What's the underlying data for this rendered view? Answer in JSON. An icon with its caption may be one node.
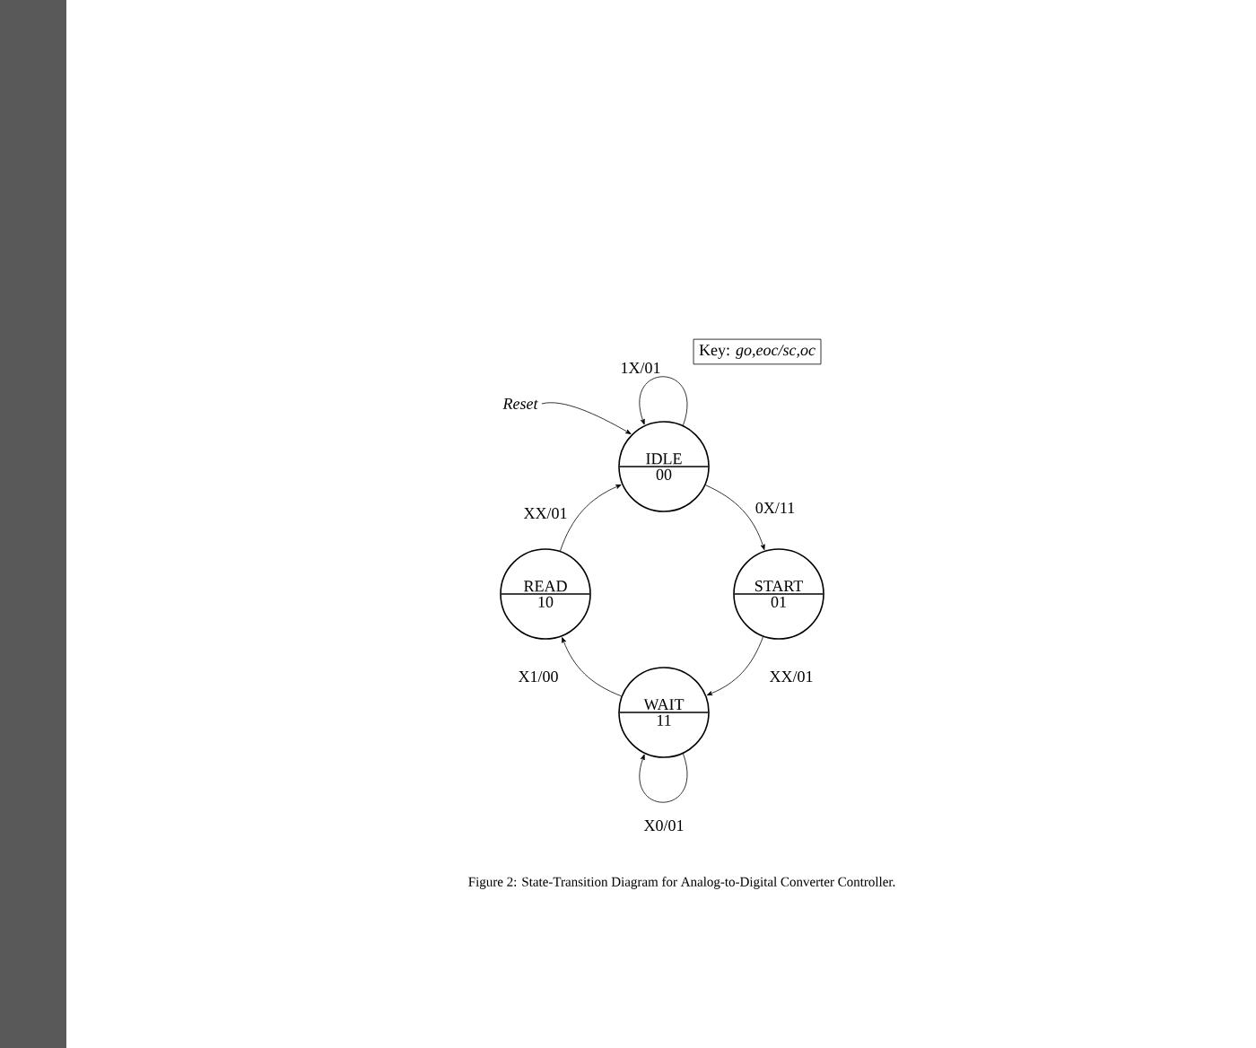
{
  "diagram": {
    "caption": "Figure 2: State-Transition Diagram for Analog-to-Digital Converter Controller.",
    "nodes": [
      {
        "text": [
          "IDLE",
          "00"
        ]
      },
      {
        "text": [
          "START",
          "01"
        ]
      },
      {
        "text": [
          "WAIT",
          "11"
        ]
      },
      {
        "text": [
          "READ",
          "10"
        ]
      },
      {
        "text": [
          "Reset"
        ]
      },
      {
        "text": [
          "Key: *go,eoc/sc,oc*"
        ]
      }
    ],
    "edges": [
      {
        "from": 4,
        "to": 0,
        "arrow": "to"
      },
      {
        "from": 0,
        "to": 0,
        "arrow": "to",
        "label": "1X/01"
      },
      {
        "from": 0,
        "to": 1,
        "arrow": "to",
        "label": "0X/11"
      },
      {
        "from": 1,
        "to": 2,
        "arrow": "to",
        "label": "XX/01"
      },
      {
        "from": 2,
        "to": 2,
        "arrow": "to",
        "label": "X0/01"
      },
      {
        "from": 2,
        "to": 3,
        "arrow": "to",
        "label": "X1/00"
      },
      {
        "from": 3,
        "to": 0,
        "arrow": "to",
        "label": "XX/01"
      }
    ]
  }
}
